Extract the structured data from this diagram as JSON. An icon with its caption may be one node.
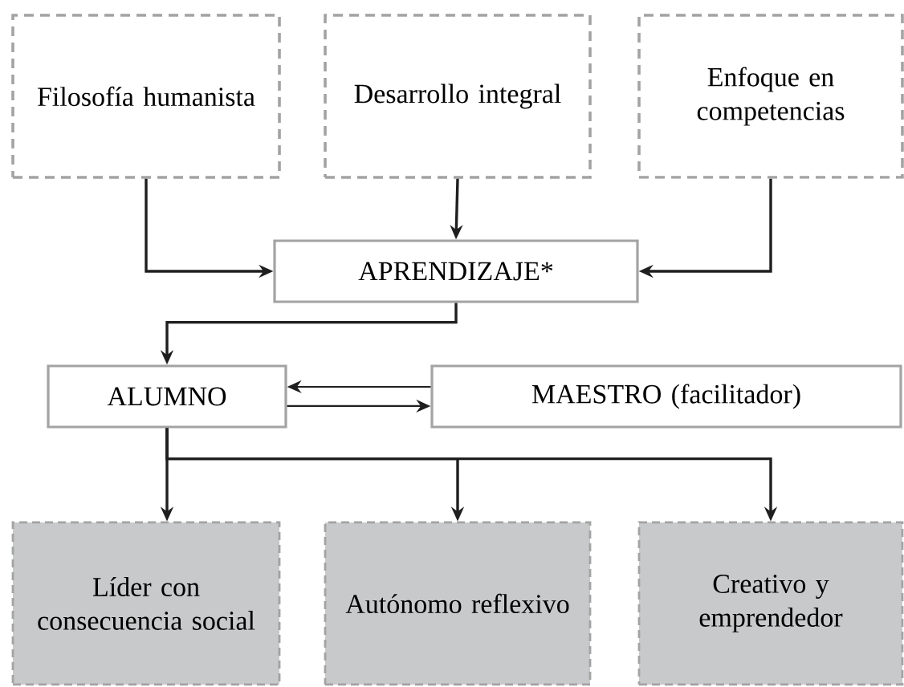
{
  "diagram": {
    "nodes": [
      {
        "text": [
          "Filosofía humanista"
        ]
      },
      {
        "text": [
          "Desarrollo integral"
        ]
      },
      {
        "text": [
          "Enfoque en competencias"
        ]
      },
      {
        "text": [
          "APRENDIZAJE*"
        ]
      },
      {
        "text": [
          "ALUMNO"
        ]
      },
      {
        "text": [
          "MAESTRO (facilitador)"
        ]
      },
      {
        "text": [
          "Líder con consecuencia social"
        ]
      },
      {
        "text": [
          "Autónomo reflexivo"
        ]
      },
      {
        "text": [
          "Creativo y emprendedor"
        ]
      }
    ],
    "edges": [
      {
        "from": 0,
        "to": 3,
        "arrow": "to"
      },
      {
        "from": 1,
        "to": 3,
        "arrow": "to"
      },
      {
        "from": 2,
        "to": 3,
        "arrow": "to"
      },
      {
        "from": 3,
        "to": 4,
        "arrow": "to"
      },
      {
        "from": 5,
        "to": 4,
        "arrow": "to"
      },
      {
        "from": 4,
        "to": 5,
        "arrow": "to"
      },
      {
        "from": 4,
        "to": 6,
        "arrow": "to"
      },
      {
        "from": 4,
        "to": 7,
        "arrow": "to"
      },
      {
        "from": 4,
        "to": 8,
        "arrow": "to"
      }
    ]
  }
}
